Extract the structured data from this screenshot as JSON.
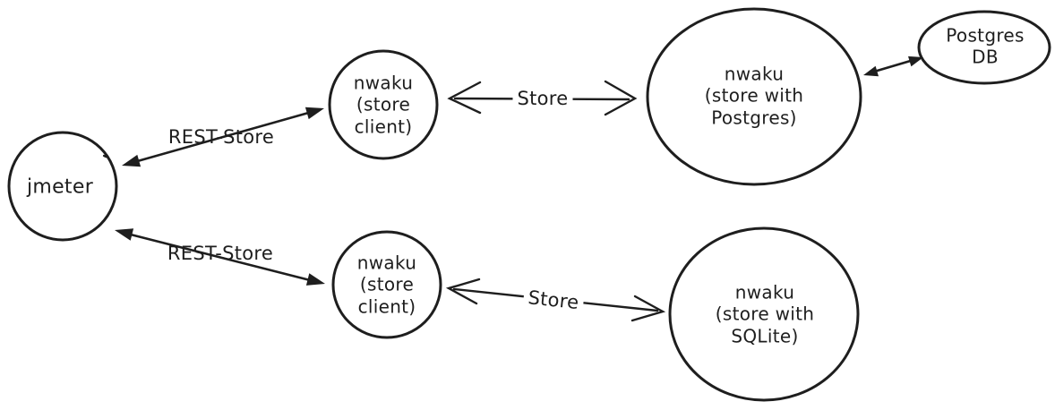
{
  "diagram": {
    "background_color": "#ffffff",
    "stroke_color": "#1e1e1e",
    "style": "hand-drawn whiteboard sketch",
    "nodes": [
      {
        "id": "jmeter",
        "shape": "circle",
        "label": "jmeter"
      },
      {
        "id": "nwaku-store-client-top",
        "shape": "circle",
        "label": "nwaku\n(store\nclient)"
      },
      {
        "id": "nwaku-store-postgres",
        "shape": "ellipse",
        "label": "nwaku\n(store with\nPostgres)"
      },
      {
        "id": "postgres-db",
        "shape": "ellipse",
        "label": "Postgres\nDB"
      },
      {
        "id": "nwaku-store-client-bottom",
        "shape": "circle",
        "label": "nwaku\n(store\nclient)"
      },
      {
        "id": "nwaku-store-sqlite",
        "shape": "circle",
        "label": "nwaku\n(store with\nSQLite)"
      }
    ],
    "edges": [
      {
        "id": "rest-store-top",
        "from": "jmeter",
        "to": "nwaku-store-client-top",
        "label": "REST-Store",
        "arrowheads": "solid-both-ends"
      },
      {
        "id": "store-top",
        "from": "nwaku-store-client-top",
        "to": "nwaku-store-postgres",
        "label": "Store",
        "arrowheads": "open-chevron-both-ends"
      },
      {
        "id": "postgres-link",
        "from": "nwaku-store-postgres",
        "to": "postgres-db",
        "label": "",
        "arrowheads": "solid-both-ends"
      },
      {
        "id": "rest-store-bottom",
        "from": "jmeter",
        "to": "nwaku-store-client-bottom",
        "label": "REST-Store",
        "arrowheads": "solid-both-ends"
      },
      {
        "id": "store-bottom",
        "from": "nwaku-store-client-bottom",
        "to": "nwaku-store-sqlite",
        "label": "Store",
        "arrowheads": "open-chevron-both-ends"
      }
    ]
  }
}
